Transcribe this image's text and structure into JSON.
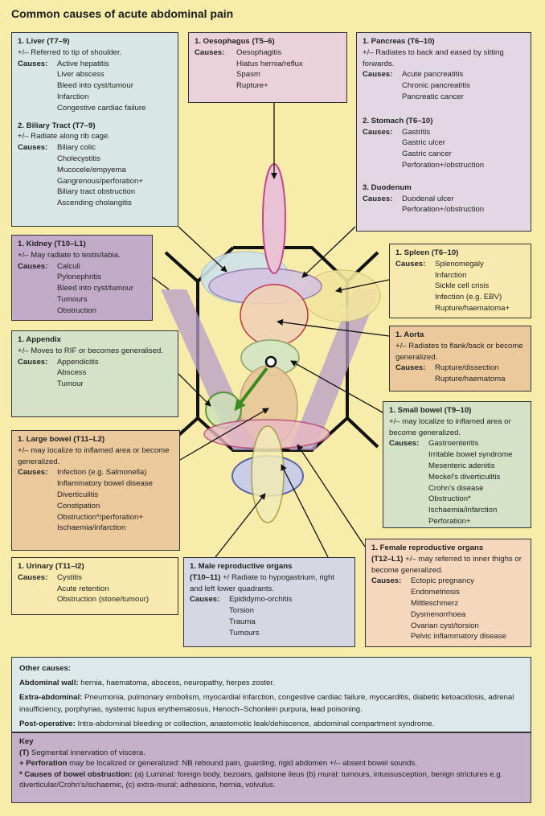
{
  "title": "Common causes of acute abdominal pain",
  "liver": {
    "t1": "1. Liver (T7–9)",
    "note1": "+/– Referred to tip of shoulder.",
    "causes_label": "Causes:",
    "causes1": [
      "Active hepatitis",
      "Liver abscess",
      "Bleed into cyst/tumour",
      "Infarction",
      "Congestive cardiac failure"
    ],
    "t2": "2. Biliary Tract (T7–9)",
    "note2": "+/– Radiate along rib cage.",
    "causes2": [
      "Biliary colic",
      "Cholecystitis",
      "Mucocele/empyema",
      "Gangrenous/perforation+",
      "Biliary tract obstruction",
      "Ascending cholangitis"
    ]
  },
  "oesophagus": {
    "t1": "1. Oesophagus (T5–6)",
    "causes_label": "Causes:",
    "causes": [
      "Oesophagitis",
      "Hiatus hernia/reflux",
      "Spasm",
      "Rupture+"
    ]
  },
  "pancreas": {
    "t1": "1. Pancreas (T6–10)",
    "note1": "+/– Radiates to back and eased by sitting forwards.",
    "causes_label": "Causes:",
    "causes1": [
      "Acute pancreatitis",
      "Chronic pancreatitis",
      "Pancreatic cancer"
    ],
    "t2": "2. Stomach (T6–10)",
    "causes2": [
      "Gastritis",
      "Gastric ulcer",
      "Gastric cancer",
      "Perforation+/obstruction"
    ],
    "t3": "3. Duodenum",
    "causes3": [
      "Duodenal ulcer",
      "Perforation+/obstruction"
    ]
  },
  "kidney": {
    "t1": "1. Kidney (T10–L1)",
    "note1": "+/– May radiate to testis/labia.",
    "causes_label": "Causes:",
    "causes": [
      "Calculi",
      "Pylonephritis",
      "Bleed into cyst/tumour",
      "Tumours",
      "Obstruction"
    ]
  },
  "spleen": {
    "t1": "1. Spleen (T6–10)",
    "causes_label": "Causes:",
    "causes": [
      "Splenomegaly",
      "Infarction",
      "Sickle cell crisis",
      "Infection (e.g. EBV)",
      "Rupture/haematoma+"
    ]
  },
  "appendix": {
    "t1": "1. Appendix",
    "note1": "+/– Moves to RIF or becomes generalised.",
    "causes_label": "Causes:",
    "causes": [
      "Appendicitis",
      "Abscess",
      "Tumour"
    ]
  },
  "aorta": {
    "t1": "1. Aorta",
    "note1": "+/– Radiates to flank/back or become generalized.",
    "causes_label": "Causes:",
    "causes": [
      "Rupture/dissection",
      "Rupture/haematoma"
    ]
  },
  "small_bowel": {
    "t1": "1. Small bowel (T9–10)",
    "note1": "+/– may localize to inflamed area or become generalized.",
    "causes_label": "Causes:",
    "causes": [
      "Gastroenteritis",
      "Irritable bowel syndrome",
      "Mesenteric adenitis",
      "Meckel's diverticulitis",
      "Crohn's disease",
      "Obstruction*",
      "Ischaemia/infarction",
      "Perforation+"
    ]
  },
  "large_bowel": {
    "t1": "1. Large bowel (T11–L2)",
    "note1": "+/– may localize to inflamed area or become generalized.",
    "causes_label": "Causes:",
    "causes": [
      "Infection (e.g. Salmonella)",
      "Inflammatory bowel disease",
      "Diverticulitis",
      "Constipation",
      "Obstruction*/perforation+",
      "Ischaemia/infarction"
    ]
  },
  "urinary": {
    "t1": "1. Urinary (T11–l2)",
    "causes_label": "Causes:",
    "causes": [
      "Cystitis",
      "Acute retention",
      "Obstruction (stone/tumour)"
    ]
  },
  "male": {
    "t1": "1. Male reproductive organs",
    "t1b": "(T10–11)",
    "note1": " +/ Radiate to hypogastrium, right and left lower quadrants.",
    "causes_label": "Causes:",
    "causes": [
      "Epididymo-orchitis",
      "Torsion",
      "Trauma",
      "Tumours"
    ]
  },
  "female": {
    "t1": "1. Female reproductive organs",
    "t1b": "(T12–L1)",
    "note1": " +/– may referred to inner thighs or become generalized.",
    "causes_label": "Causes:",
    "causes": [
      "Ectopic pregnancy",
      "Endometriosis",
      "Mittleschmerz",
      "Dysmenorrhoea",
      "Ovarian cyst/torsion",
      "Pelvic inflammatory disease"
    ]
  },
  "other": {
    "heading": "Other causes:",
    "wall_label": "Abdominal wall:",
    "wall_text": " hernia, haematoma, abscess, neuropathy, herpes zoster.",
    "extra_label": "Extra-abdominal:",
    "extra_text": " Pneumonia, pulmonary embolism, myocardial infarction, congestive cardiac failure, myocarditis, diabetic ketoacidosis, adrenal insufficiency, porphyrias, systemic lupus erythematosus, Henoch–Schonlein purpura, lead poisoning.",
    "post_label": "Post-operative:",
    "post_text": " Intra-abdominal bleeding or collection, anastomotic leak/dehiscence, abdominal compartment syndrome."
  },
  "key": {
    "heading": "Key",
    "t_label": "(T)",
    "t_text": " Segmental innervation of viscera.",
    "perf_label": "+ Perforation",
    "perf_text": " may be localized or generalized: NB rebound pain, guarding, rigid abdomen +/– absent bowel sounds.",
    "obs_label": "* Causes of bowel obstruction:",
    "obs_text": " (a) Luminal: foreign body, bezoars, gallstone ileus (b) mural: tumours, intussusception, benign strictures e.g. diverticular/Crohn's/ischaemic, (c) extra-mural: adhesions, hernia, volvulus."
  },
  "colors": {
    "background": "#f7ecaa",
    "liver_box": "#d9e6e6",
    "kidney_box": "#c2abc9",
    "appendix_box": "#d4e3c7",
    "large_bowel_box": "#ecc99c",
    "key_box": "#c6b1cb"
  }
}
